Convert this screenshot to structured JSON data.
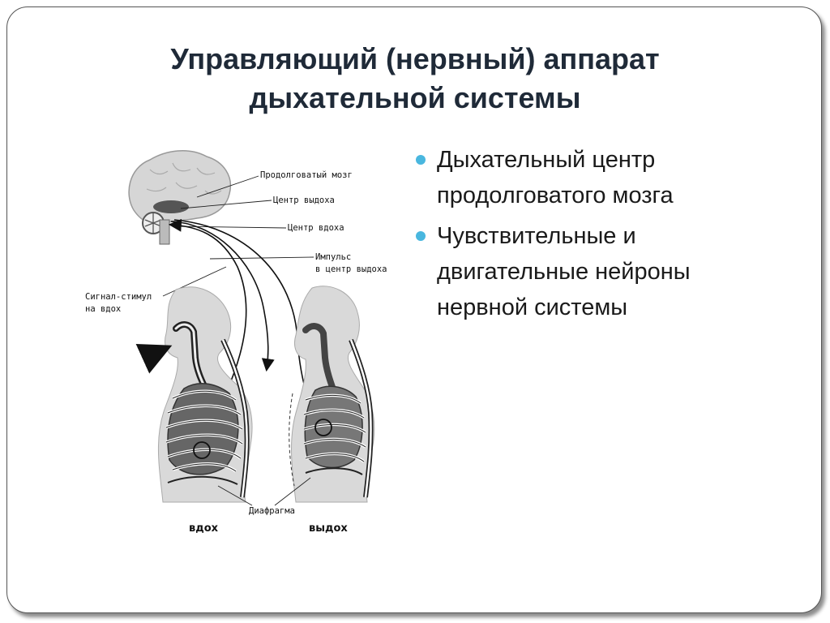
{
  "slide": {
    "title_line1": "Управляющий (нервный) аппарат",
    "title_line2": "дыхательной системы",
    "bullets": [
      {
        "line1": "Дыхательный центр",
        "line2": "продолговатого мозга"
      },
      {
        "line1": "Чувствительные и",
        "line2": "двигательные нейроны",
        "line3": "нервной системы"
      }
    ],
    "accent_color": "#49b7df"
  },
  "diagram": {
    "labels": {
      "medulla": "Продолговатый мозг",
      "exhale_center": "Центр выдоха",
      "inhale_center": "Центр вдоха",
      "impulse_1": "Импульс",
      "impulse_2": "в центр выдоха",
      "signal_1": "Сигнал-стимул",
      "signal_2": "на вдох",
      "diaphragm": "Диафрагма",
      "inhale": "вдох",
      "exhale": "выдох"
    }
  }
}
